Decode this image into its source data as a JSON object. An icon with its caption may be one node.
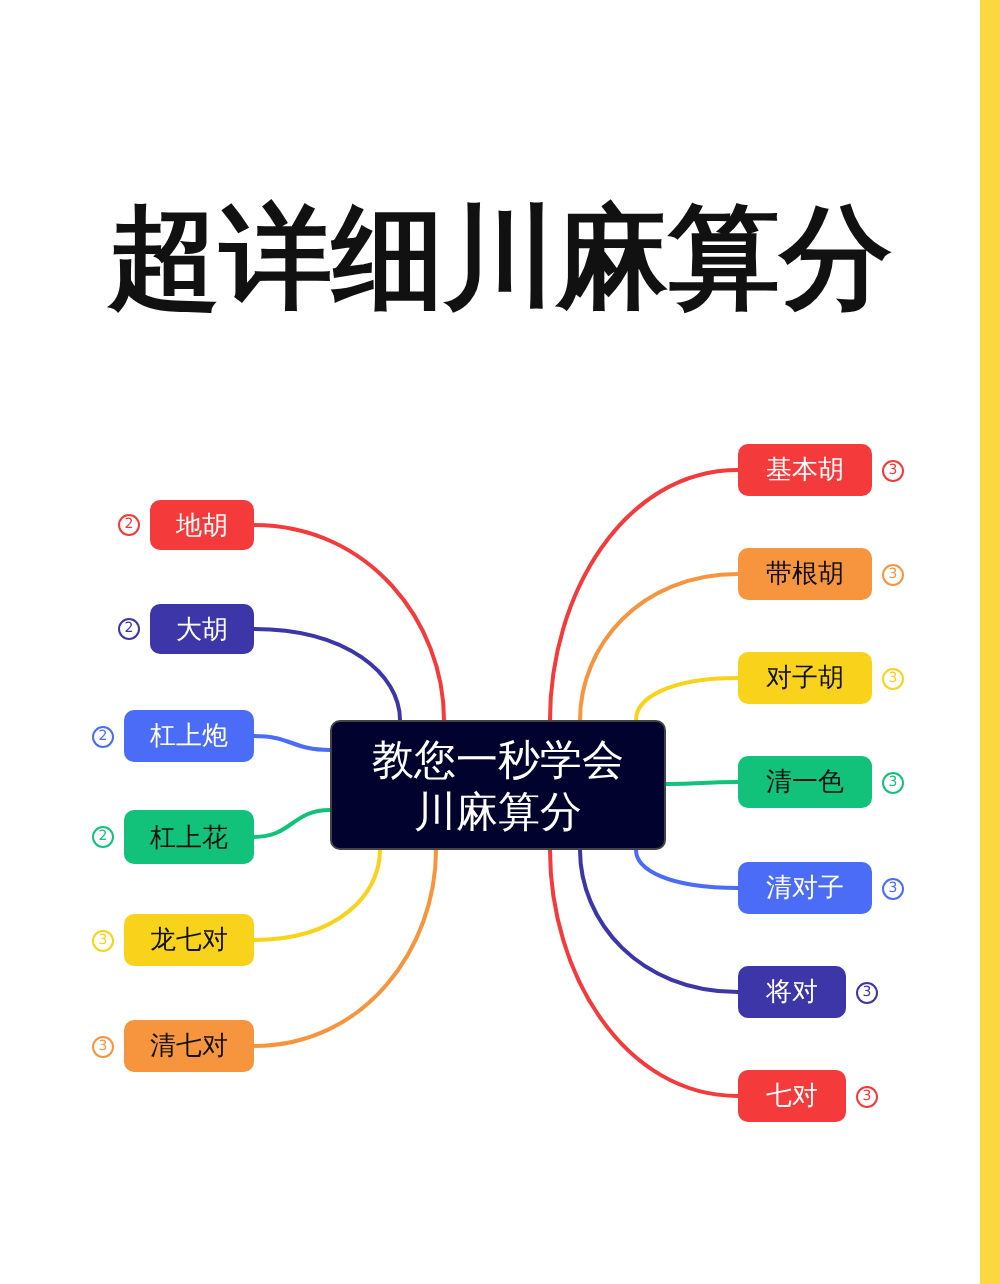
{
  "diagram": {
    "title": "超详细川麻算分",
    "nodes": [
      {
        "text": [
          "教您一秒学会川麻算分"
        ]
      },
      {
        "text": [
          "地胡"
        ],
        "beside": [
          "2"
        ]
      },
      {
        "text": [
          "大胡"
        ],
        "beside": [
          "2"
        ]
      },
      {
        "text": [
          "杠上炮"
        ],
        "beside": [
          "2"
        ]
      },
      {
        "text": [
          "杠上花"
        ],
        "beside": [
          "2"
        ]
      },
      {
        "text": [
          "龙七对"
        ],
        "beside": [
          "3"
        ]
      },
      {
        "text": [
          "清七对"
        ],
        "beside": [
          "3"
        ]
      },
      {
        "text": [
          "基本胡"
        ],
        "beside": [
          "3"
        ]
      },
      {
        "text": [
          "带根胡"
        ],
        "beside": [
          "3"
        ]
      },
      {
        "text": [
          "对子胡"
        ],
        "beside": [
          "3"
        ]
      },
      {
        "text": [
          "清一色"
        ],
        "beside": [
          "3"
        ]
      },
      {
        "text": [
          "清对子"
        ],
        "beside": [
          "3"
        ]
      },
      {
        "text": [
          "将对"
        ],
        "beside": [
          "3"
        ]
      },
      {
        "text": [
          "七对"
        ],
        "beside": [
          "3"
        ]
      }
    ],
    "edges": [
      {
        "from": 0,
        "to": 1,
        "arrow": "none",
        "color": "#f43a3a"
      },
      {
        "from": 0,
        "to": 2,
        "arrow": "none",
        "color": "#3d36a8"
      },
      {
        "from": 0,
        "to": 3,
        "arrow": "none",
        "color": "#4a6cf7"
      },
      {
        "from": 0,
        "to": 4,
        "arrow": "none",
        "color": "#12c27a"
      },
      {
        "from": 0,
        "to": 5,
        "arrow": "none",
        "color": "#f9d21b"
      },
      {
        "from": 0,
        "to": 6,
        "arrow": "none",
        "color": "#f7953e"
      },
      {
        "from": 0,
        "to": 7,
        "arrow": "none",
        "color": "#f43a3a"
      },
      {
        "from": 0,
        "to": 8,
        "arrow": "none",
        "color": "#f7953e"
      },
      {
        "from": 0,
        "to": 9,
        "arrow": "none",
        "color": "#f9d21b"
      },
      {
        "from": 0,
        "to": 10,
        "arrow": "none",
        "color": "#12c27a"
      },
      {
        "from": 0,
        "to": 11,
        "arrow": "none",
        "color": "#4a6cf7"
      },
      {
        "from": 0,
        "to": 12,
        "arrow": "none",
        "color": "#3d36a8"
      },
      {
        "from": 0,
        "to": 13,
        "arrow": "none",
        "color": "#f43a3a"
      }
    ]
  }
}
